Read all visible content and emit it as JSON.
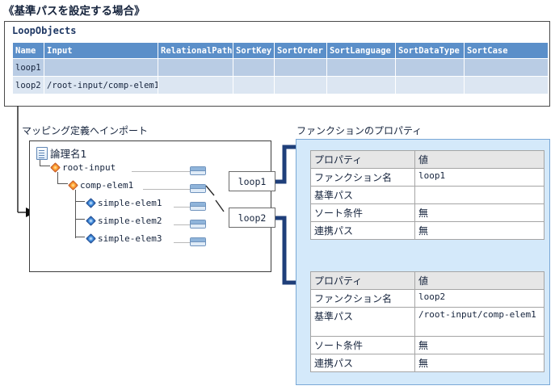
{
  "document": {
    "title": "《基準パスを設定する場合》"
  },
  "loop_objects": {
    "panel_label": "LoopObjects",
    "columns": [
      "Name",
      "Input",
      "RelationalPath",
      "SortKey",
      "SortOrder",
      "SortLanguage",
      "SortDataType",
      "SortCase"
    ],
    "rows": [
      {
        "Name": "loop1",
        "Input": "",
        "RelationalPath": "",
        "SortKey": "",
        "SortOrder": "",
        "SortLanguage": "",
        "SortDataType": "",
        "SortCase": ""
      },
      {
        "Name": "loop2",
        "Input": "/root-input/comp-elem1",
        "RelationalPath": "",
        "SortKey": "",
        "SortOrder": "",
        "SortLanguage": "",
        "SortDataType": "",
        "SortCase": ""
      }
    ]
  },
  "mapping": {
    "caption": "マッピング定義へインポート",
    "tree": [
      {
        "label": "論理名1",
        "icon": "document-icon"
      },
      {
        "label": "root-input",
        "icon": "complex-element-icon"
      },
      {
        "label": "comp-elem1",
        "icon": "complex-element-icon"
      },
      {
        "label": "simple-elem1",
        "icon": "simple-element-icon"
      },
      {
        "label": "simple-elem2",
        "icon": "simple-element-icon"
      },
      {
        "label": "simple-elem3",
        "icon": "simple-element-icon"
      }
    ],
    "callouts": [
      {
        "label": "loop1"
      },
      {
        "label": "loop2"
      }
    ]
  },
  "properties": {
    "caption": "ファンクションのプロパティ",
    "tables": [
      {
        "header": {
          "key": "プロパティ",
          "value": "値"
        },
        "rows": [
          {
            "key": "ファンクション名",
            "value": "loop1"
          },
          {
            "key": "基準パス",
            "value": ""
          },
          {
            "key": "ソート条件",
            "value": "無"
          },
          {
            "key": "連携パス",
            "value": "無"
          }
        ]
      },
      {
        "header": {
          "key": "プロパティ",
          "value": "値"
        },
        "rows": [
          {
            "key": "ファンクション名",
            "value": "loop2"
          },
          {
            "key": "基準パス",
            "value": "/root-input/comp-elem1"
          },
          {
            "key": "ソート条件",
            "value": "無"
          },
          {
            "key": "連携パス",
            "value": "無"
          }
        ]
      }
    ]
  },
  "colors": {
    "table_header_blue": "#5b8fc9",
    "row_dark": "#b9cce4",
    "row_light": "#dce6f2",
    "panel_blue": "#d4e9fa",
    "connector_navy": "#1f3f7a",
    "title_navy": "#16243d"
  }
}
